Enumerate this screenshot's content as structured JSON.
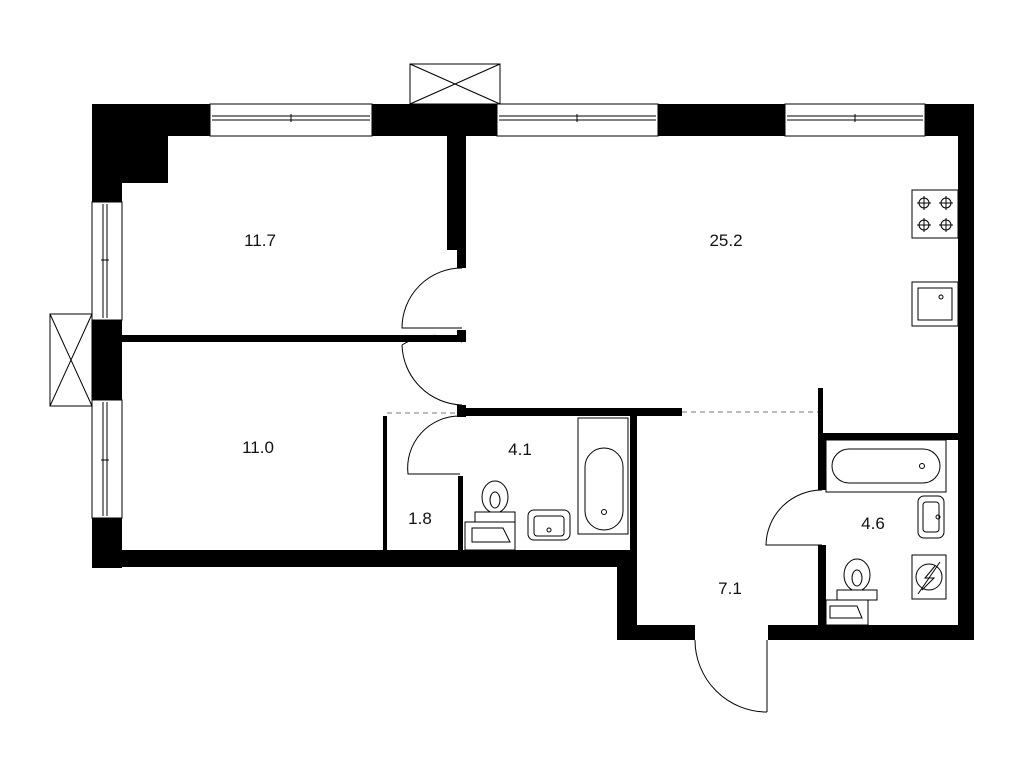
{
  "plan": {
    "rooms": [
      {
        "id": "bedroom-1",
        "area": "11.7"
      },
      {
        "id": "living-kitchen",
        "area": "25.2"
      },
      {
        "id": "bedroom-2",
        "area": "11.0"
      },
      {
        "id": "bathroom-1",
        "area": "4.1"
      },
      {
        "id": "closet",
        "area": "1.8"
      },
      {
        "id": "hallway",
        "area": "7.1"
      },
      {
        "id": "bathroom-2",
        "area": "4.6"
      }
    ],
    "colors": {
      "wall": "#000000",
      "background": "#ffffff"
    }
  }
}
